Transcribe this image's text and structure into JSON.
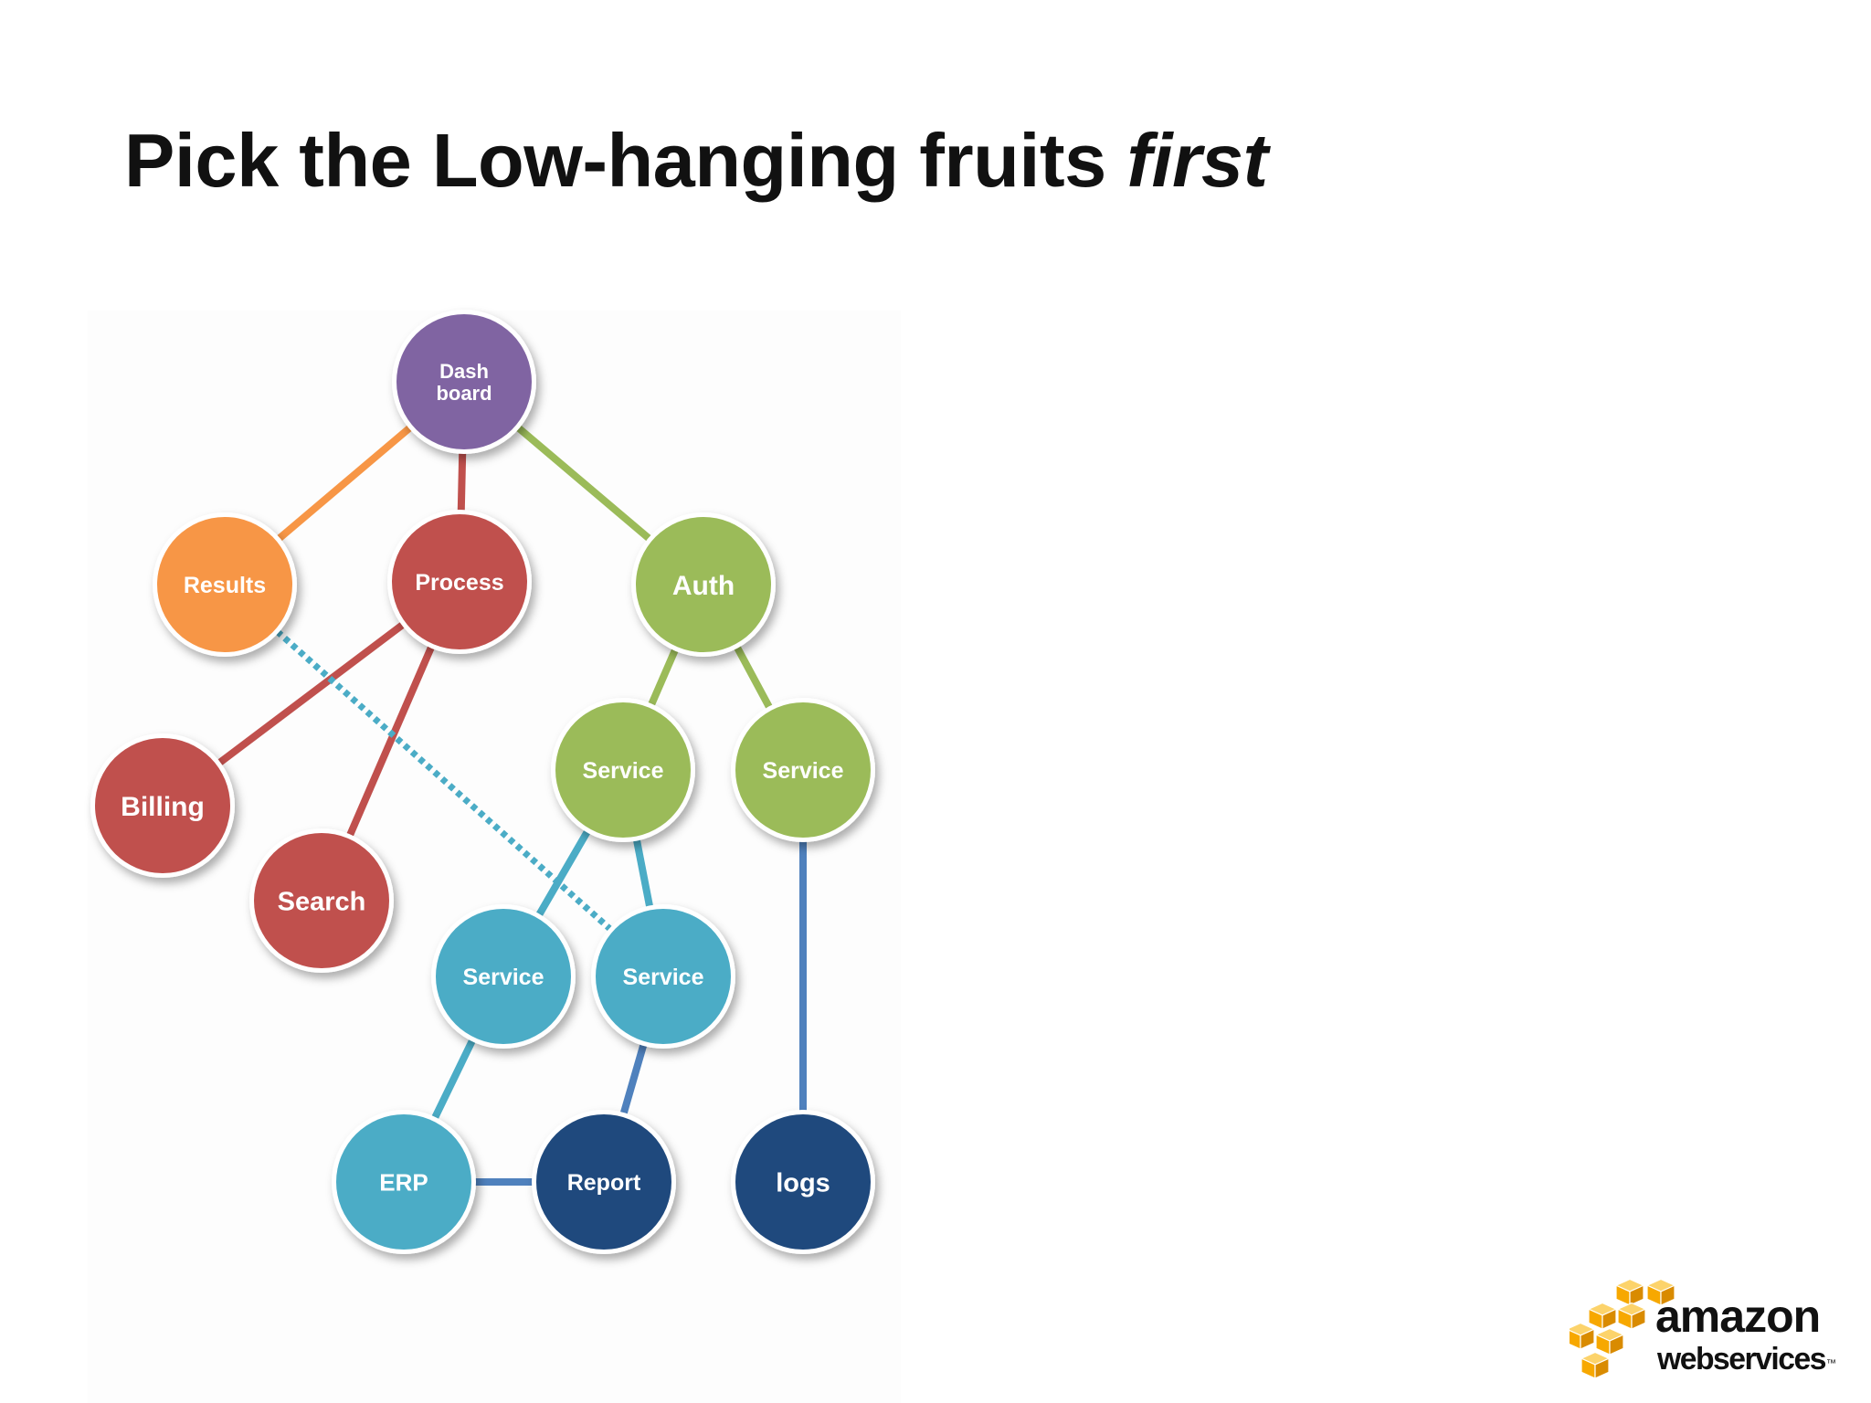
{
  "slide": {
    "title_main": "Pick the Low-hanging fruits ",
    "title_emph": "first"
  },
  "colors": {
    "purple": "#8064a2",
    "orange": "#f79646",
    "red": "#c0504d",
    "green": "#9bbb59",
    "teal": "#4bacc6",
    "navy": "#1f497d",
    "blue_line": "#4f81bd",
    "aws_orange": "#f7a800"
  },
  "diagram": {
    "nodes": [
      {
        "id": "dashboard",
        "lines": [
          "Dash",
          "board"
        ],
        "color": "purple"
      },
      {
        "id": "results",
        "lines": [
          "Results"
        ],
        "color": "orange"
      },
      {
        "id": "process",
        "lines": [
          "Process"
        ],
        "color": "red"
      },
      {
        "id": "auth",
        "lines": [
          "Auth"
        ],
        "color": "green"
      },
      {
        "id": "billing",
        "lines": [
          "Billing"
        ],
        "color": "red"
      },
      {
        "id": "search",
        "lines": [
          "Search"
        ],
        "color": "red"
      },
      {
        "id": "service-green-1",
        "lines": [
          "Service"
        ],
        "color": "green"
      },
      {
        "id": "service-green-2",
        "lines": [
          "Service"
        ],
        "color": "green"
      },
      {
        "id": "service-teal-1",
        "lines": [
          "Service"
        ],
        "color": "teal"
      },
      {
        "id": "service-teal-2",
        "lines": [
          "Service"
        ],
        "color": "teal"
      },
      {
        "id": "erp",
        "lines": [
          "ERP"
        ],
        "color": "teal"
      },
      {
        "id": "report",
        "lines": [
          "Report"
        ],
        "color": "navy"
      },
      {
        "id": "logs",
        "lines": [
          "logs"
        ],
        "color": "navy"
      }
    ],
    "edges": [
      {
        "from": "dashboard",
        "to": "results",
        "color": "orange",
        "style": "solid"
      },
      {
        "from": "dashboard",
        "to": "process",
        "color": "red",
        "style": "solid"
      },
      {
        "from": "dashboard",
        "to": "auth",
        "color": "green",
        "style": "solid"
      },
      {
        "from": "process",
        "to": "billing",
        "color": "red",
        "style": "solid"
      },
      {
        "from": "process",
        "to": "search",
        "color": "red",
        "style": "solid"
      },
      {
        "from": "results",
        "to": "service-teal-2",
        "color": "teal",
        "style": "dashed"
      },
      {
        "from": "auth",
        "to": "service-green-1",
        "color": "green",
        "style": "solid"
      },
      {
        "from": "auth",
        "to": "service-green-2",
        "color": "green",
        "style": "solid"
      },
      {
        "from": "service-green-1",
        "to": "service-teal-1",
        "color": "teal",
        "style": "solid"
      },
      {
        "from": "service-green-1",
        "to": "service-teal-2",
        "color": "teal",
        "style": "solid"
      },
      {
        "from": "service-green-2",
        "to": "logs",
        "color": "blue_line",
        "style": "solid"
      },
      {
        "from": "service-teal-1",
        "to": "erp",
        "color": "teal",
        "style": "solid"
      },
      {
        "from": "service-teal-2",
        "to": "report",
        "color": "blue_line",
        "style": "solid"
      },
      {
        "from": "erp",
        "to": "report",
        "color": "blue_line",
        "style": "solid"
      }
    ]
  },
  "logo": {
    "word1": "amazon",
    "word2": "webservices",
    "tm": "™"
  }
}
